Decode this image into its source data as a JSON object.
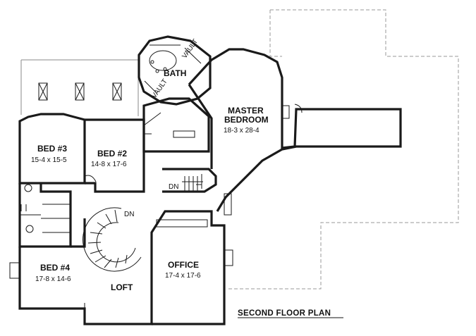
{
  "plan": {
    "title": "SECOND FLOOR PLAN",
    "rooms": {
      "bath": {
        "name": "BATH"
      },
      "master": {
        "name_line1": "MASTER",
        "name_line2": "BEDROOM",
        "dims": "18-3 x 28-4"
      },
      "bed3": {
        "name": "BED #3",
        "dims": "15-4 x 15-5"
      },
      "bed2": {
        "name": "BED #2",
        "dims": "14-8 x 17-6"
      },
      "bed4": {
        "name": "BED #4",
        "dims": "17-8 x 14-6"
      },
      "office": {
        "name": "OFFICE",
        "dims": "17-4 x 17-6"
      },
      "loft": {
        "name": "LOFT"
      }
    },
    "annotations": {
      "vault_upper": "VAULT",
      "vault_lower": "VAULT",
      "stair_dn_main": "DN",
      "stair_dn_small": "DN"
    }
  }
}
